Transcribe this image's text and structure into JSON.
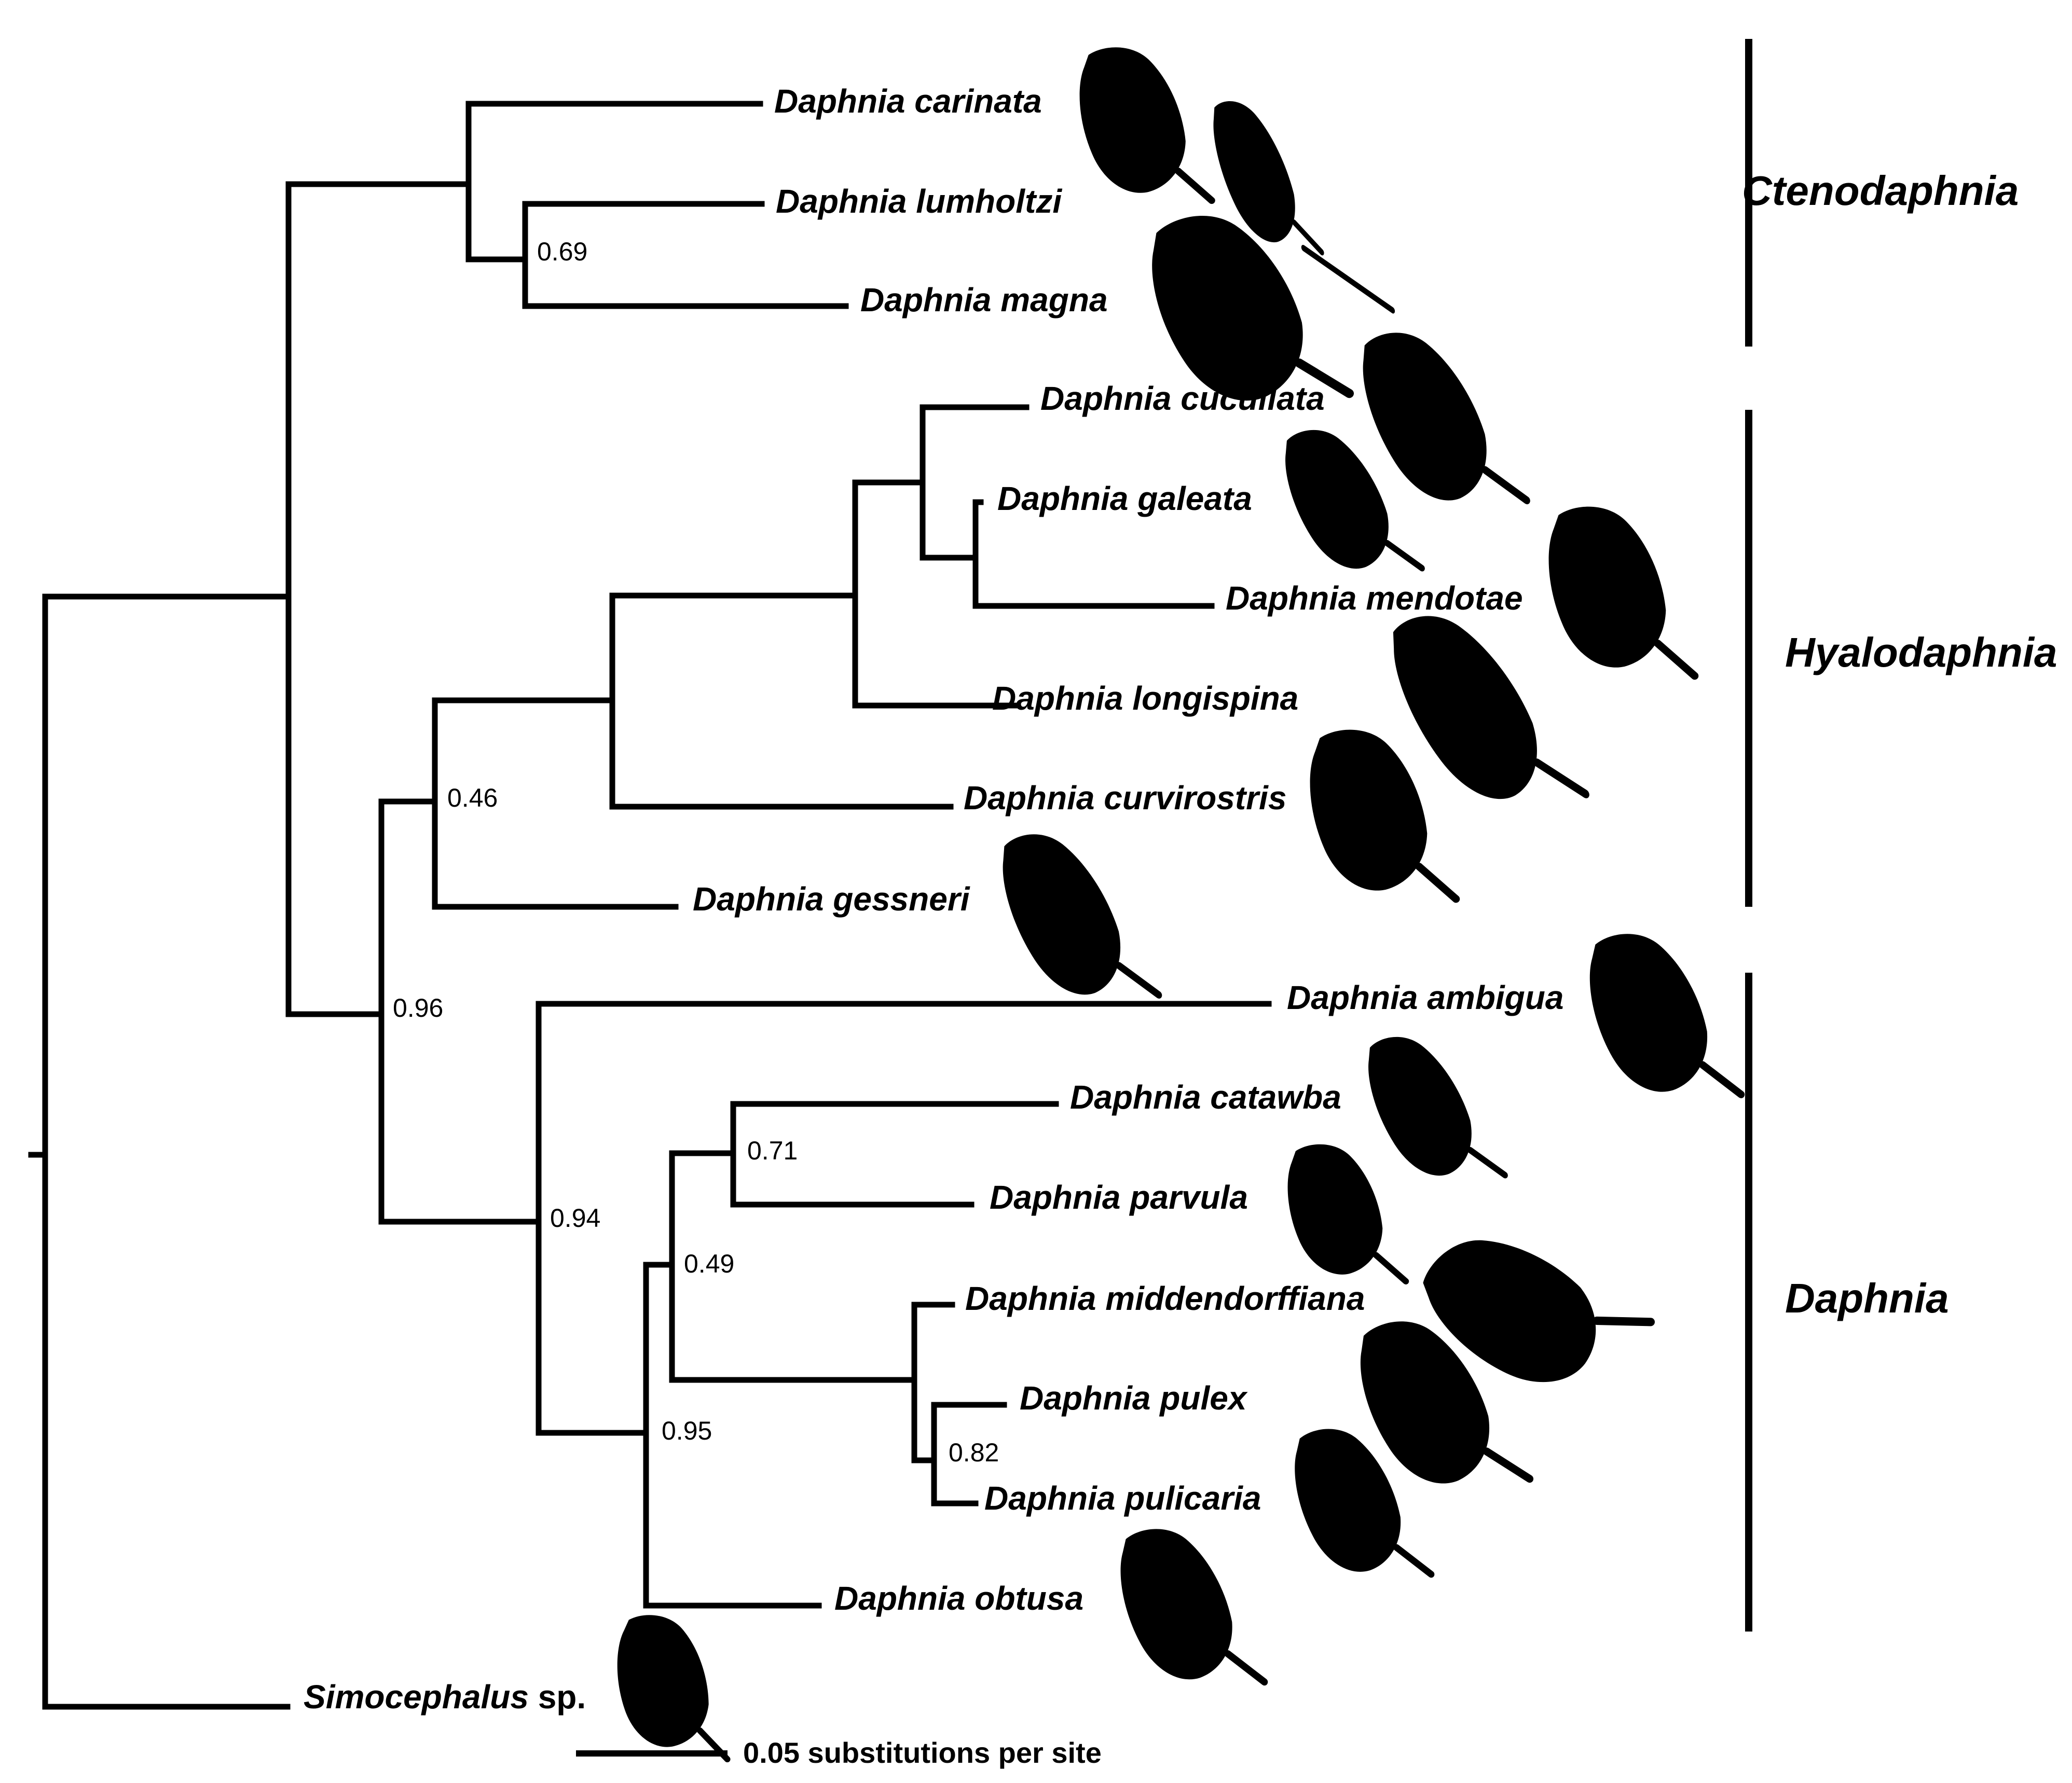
{
  "taxa": [
    {
      "genus": "Daphnia",
      "epithet": "carinata"
    },
    {
      "genus": "Daphnia",
      "epithet": "lumholtzi"
    },
    {
      "genus": "Daphnia",
      "epithet": "magna"
    },
    {
      "genus": "Daphnia",
      "epithet": "cucullata"
    },
    {
      "genus": "Daphnia",
      "epithet": "galeata"
    },
    {
      "genus": "Daphnia",
      "epithet": "mendotae"
    },
    {
      "genus": "Daphnia",
      "epithet": "longispina"
    },
    {
      "genus": "Daphnia",
      "epithet": "curvirostris"
    },
    {
      "genus": "Daphnia",
      "epithet": "gessneri"
    },
    {
      "genus": "Daphnia",
      "epithet": "ambigua"
    },
    {
      "genus": "Daphnia",
      "epithet": "catawba"
    },
    {
      "genus": "Daphnia",
      "epithet": "parvula"
    },
    {
      "genus": "Daphnia",
      "epithet": "middendorffiana"
    },
    {
      "genus": "Daphnia",
      "epithet": "pulex"
    },
    {
      "genus": "Daphnia",
      "epithet": "pulicaria"
    },
    {
      "genus": "Daphnia",
      "epithet": "obtusa"
    },
    {
      "genus": "Simocephalus",
      "epithet": "sp."
    }
  ],
  "support_values": [
    "0.69",
    "0.46",
    "0.96",
    "0.94",
    "0.71",
    "0.49",
    "0.95",
    "0.82"
  ],
  "clades": [
    "Ctenodaphnia",
    "Hyalodaphnia",
    "Daphnia"
  ],
  "scale_bar": {
    "label": "0.05 substitutions per site"
  },
  "silhouette_icon": "daphnia-silhouette-icon"
}
